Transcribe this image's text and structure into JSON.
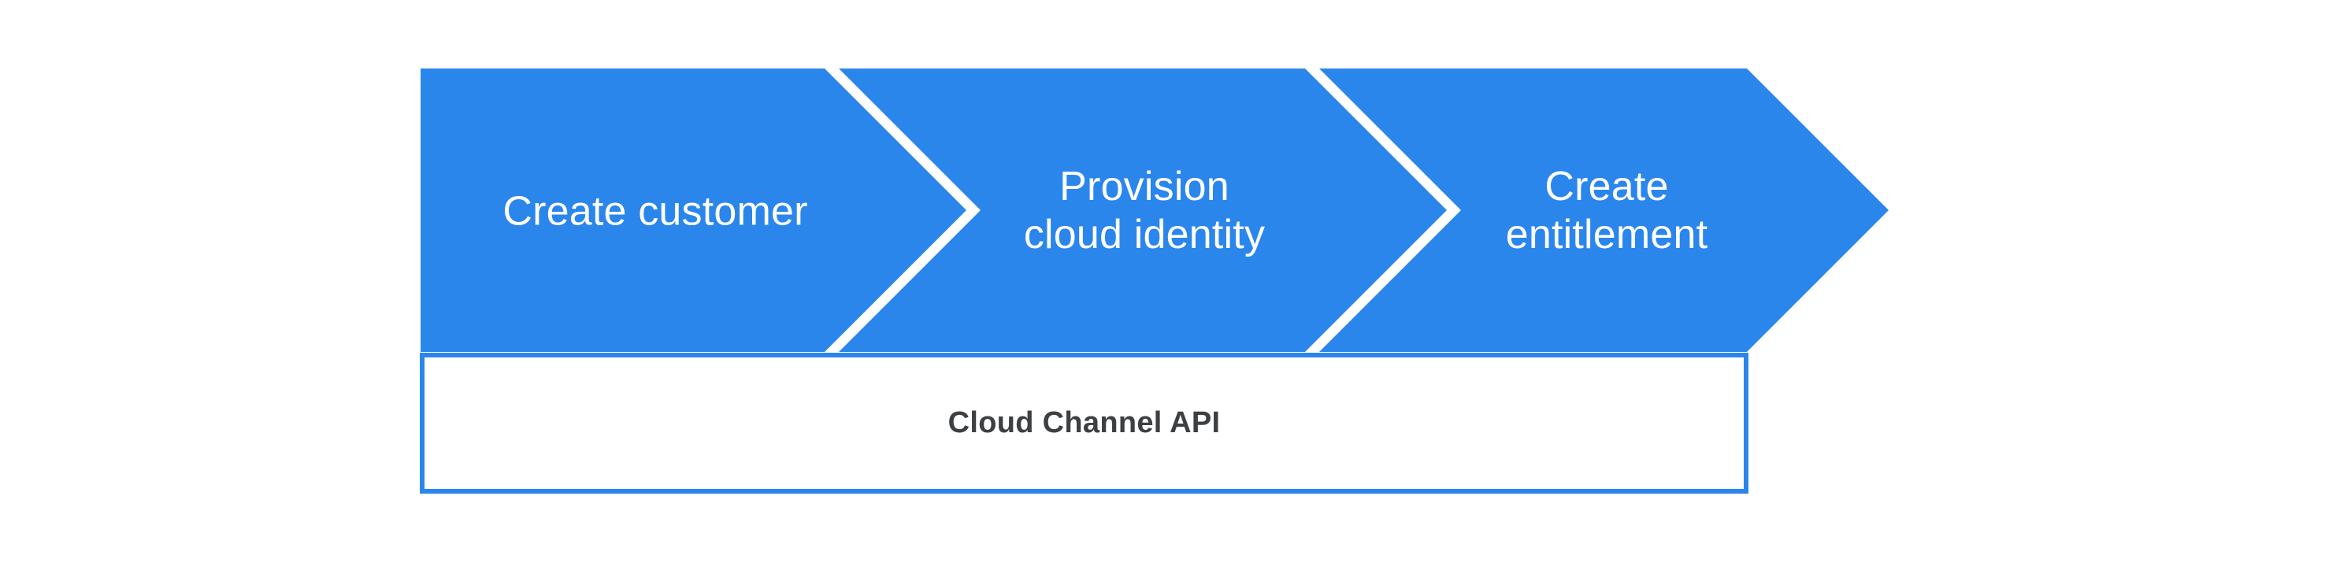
{
  "diagram": {
    "steps": [
      {
        "label": "Create customer"
      },
      {
        "label": "Provision\ncloud identity"
      },
      {
        "label": "Create\nentitlement"
      }
    ],
    "api_box": {
      "label": "Cloud Channel API"
    }
  },
  "colors": {
    "arrow-blue": "#2b86ec",
    "separator-white": "#ffffff",
    "step-text": "#ffffff",
    "api-border": "#2b86ec",
    "api-text": "#3c4043",
    "background": "#ffffff"
  }
}
